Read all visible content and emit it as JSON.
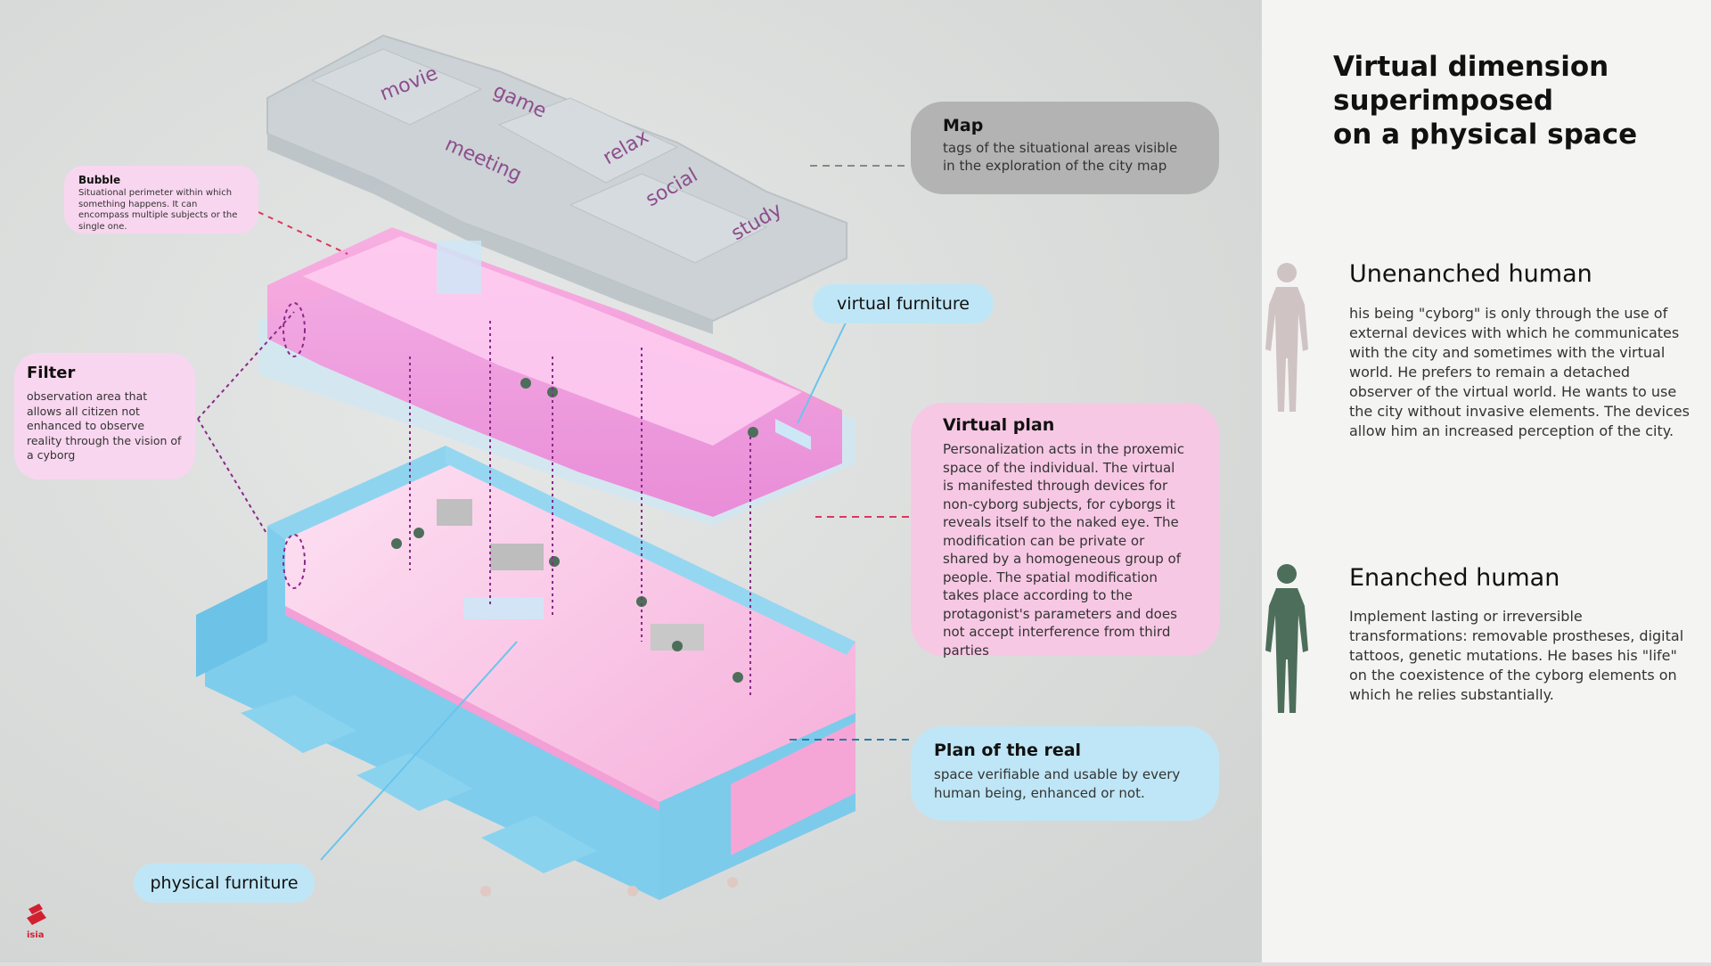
{
  "panel": {
    "title": "Virtual dimension\nsuperimposed\non a physical space",
    "unenhanced": {
      "heading": "Unenanched human",
      "text": "his being \"cyborg\" is only through the use of external devices with which he communicates with the city and sometimes with the virtual world. He prefers to remain a detached observer of the virtual world. He wants to use the city without invasive elements. The devices allow him an increased perception of the city.",
      "color": "#cfc3c3"
    },
    "enhanced": {
      "heading": "Enanched human",
      "text": "Implement lasting or irreversible transformations: removable prostheses, digital tattoos, genetic mutations. He bases his \"life\" on the coexistence of the cyborg elements on which he relies substantially.",
      "color": "#4d6e5a"
    }
  },
  "callouts": {
    "map": {
      "title": "Map",
      "text": "tags of the situational areas visible in the exploration of the city map"
    },
    "bubble": {
      "title": "Bubble",
      "text": "Situational perimeter within which something happens. It can encompass multiple subjects or the single one."
    },
    "filter": {
      "title": "Filter",
      "text": "observation area that allows all citizen not enhanced to observe reality through the vision of a cyborg"
    },
    "virtual_plan": {
      "title": "Virtual plan",
      "text": "Personalization acts in the proxemic space of the individual. The virtual is manifested through devices for non-cyborg subjects, for cyborgs it reveals itself to the naked eye. The modification can be private or shared by a homogeneous group of people. The spatial modification takes place according to the protagonist's parameters and does not accept interference from third parties"
    },
    "plan_real": {
      "title": "Plan of the real",
      "text": "space verifiable and usable by every human being, enhanced or not."
    },
    "virtual_furniture": "virtual furniture",
    "physical_furniture": "physical furniture"
  },
  "map_tags": [
    "movie",
    "game",
    "meeting",
    "relax",
    "social",
    "study"
  ],
  "logo": "isia",
  "colors": {
    "pink": "#f7c8e4",
    "blue": "#bfe6f6",
    "grey_card": "#b3b3b3",
    "bubble": "#f9d6ef",
    "dash_red": "#d9385e",
    "dash_purple": "#8a2a8a"
  }
}
